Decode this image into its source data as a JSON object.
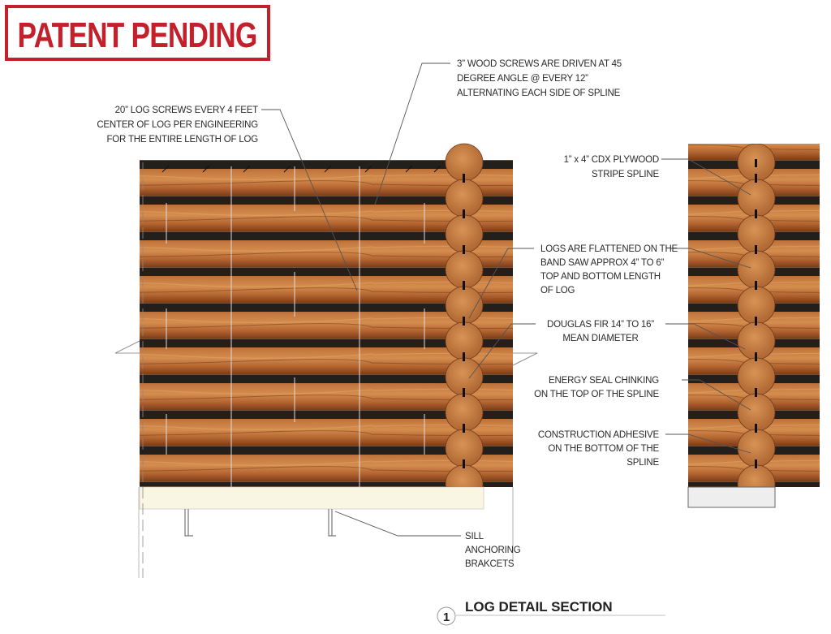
{
  "stamp": {
    "text": "PATENT PENDING",
    "color": "#c4202b"
  },
  "callouts": {
    "log_screws": [
      "20” LOG SCREWS EVERY 4 FEET",
      "CENTER OF LOG PER ENGINEERING",
      "FOR THE ENTIRE LENGTH OF LOG"
    ],
    "wood_screws": [
      "3” WOOD SCREWS ARE DRIVEN AT 45",
      "DEGREE ANGLE @  EVERY 12”",
      "ALTERNATING EACH SIDE OF SPLINE"
    ],
    "plywood_spline": [
      "1” x 4” CDX PLYWOOD",
      "STRIPE SPLINE"
    ],
    "flattened": [
      "LOGS ARE FLATTENED ON THE",
      "BAND SAW APPROX 4” TO 6”",
      "TOP AND BOTTOM LENGTH",
      "OF LOG"
    ],
    "douglas_fir": [
      "DOUGLAS FIR 14” TO 16”",
      "MEAN DIAMETER"
    ],
    "energy_seal": [
      "ENERGY SEAL CHINKING",
      "ON THE TOP OF THE SPLINE"
    ],
    "adhesive": [
      "CONSTRUCTION ADHESIVE",
      "ON THE BOTTOM OF THE",
      "SPLINE"
    ],
    "sill": [
      "SILL",
      "ANCHORING",
      "BRAKCETS"
    ]
  },
  "section": {
    "number": "1",
    "title": "LOG DETAIL SECTION"
  },
  "colors": {
    "wood": "#b86a35",
    "chink": "#231f1d",
    "sill": "#faf6e4"
  }
}
